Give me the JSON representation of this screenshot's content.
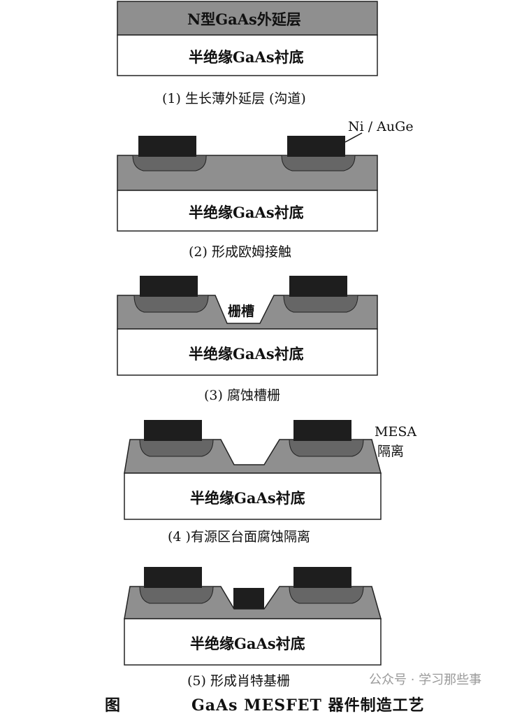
{
  "colors": {
    "epi_layer": "#8f8f8f",
    "substrate": "#ffffff",
    "metal": "#1e1e1e",
    "alloy": "#666666",
    "outline": "#222222"
  },
  "panel1": {
    "epi_label": "N型GaAs外延层",
    "substrate_label": "半绝缘GaAs衬底",
    "caption": "(1) 生长薄外延层 (沟道)"
  },
  "panel2": {
    "contact_label": "Ni / AuGe",
    "substrate_label": "半绝缘GaAs衬底",
    "caption": "(2) 形成欧姆接触"
  },
  "panel3": {
    "groove_label": "栅槽",
    "substrate_label": "半绝缘GaAs衬底",
    "caption": "(3) 腐蚀槽栅"
  },
  "panel4": {
    "mesa_label_1": "MESA",
    "mesa_label_2": "隔离",
    "substrate_label": "半绝缘GaAs衬底",
    "caption": "(4 )有源区台面腐蚀隔离"
  },
  "panel5": {
    "substrate_label": "半绝缘GaAs衬底",
    "caption": "(5) 形成肖特基栅"
  },
  "figure_title": {
    "prefix": "图",
    "text": "GaAs MESFET 器件制造工艺"
  },
  "watermark": "公众号 · 学习那些事"
}
